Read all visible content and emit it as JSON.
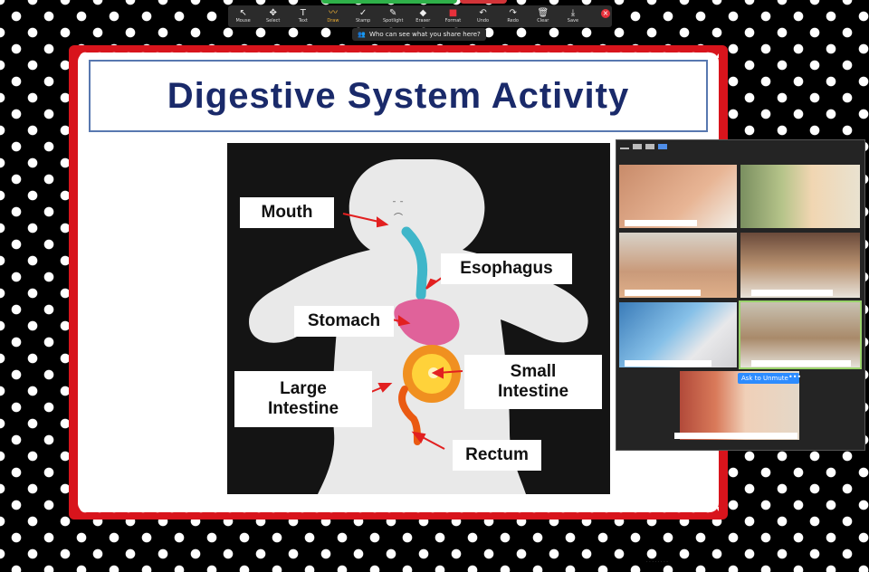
{
  "slide": {
    "title": "Digestive System Activity",
    "labels": {
      "mouth": "Mouth",
      "esophagus": "Esophagus",
      "stomach": "Stomach",
      "large_intestine_line1": "Large",
      "large_intestine_line2": "Intestine",
      "small_intestine_line1": "Small",
      "small_intestine_line2": "Intestine",
      "rectum": "Rectum"
    }
  },
  "toolbar": {
    "items": [
      {
        "label": "Mouse",
        "icon": "mouse-pointer-icon"
      },
      {
        "label": "Select",
        "icon": "select-icon"
      },
      {
        "label": "Text",
        "icon": "text-icon"
      },
      {
        "label": "Draw",
        "icon": "draw-icon"
      },
      {
        "label": "Stamp",
        "icon": "stamp-icon"
      },
      {
        "label": "Spotlight",
        "icon": "spotlight-icon"
      },
      {
        "label": "Eraser",
        "icon": "eraser-icon"
      },
      {
        "label": "Format",
        "icon": "format-icon"
      },
      {
        "label": "Undo",
        "icon": "undo-icon"
      },
      {
        "label": "Redo",
        "icon": "redo-icon"
      },
      {
        "label": "Clear",
        "icon": "trash-icon"
      },
      {
        "label": "Save",
        "icon": "save-icon"
      }
    ],
    "active": "Draw"
  },
  "share_notice": "Who can see what you share here?",
  "gallery": {
    "ask_to_unmute": "Ask to Unmute",
    "more": "•••"
  },
  "colors": {
    "frame_red": "#d8141c",
    "title_blue": "#1a2a6a",
    "zoom_blue": "#2d8cff",
    "active_tool": "#f2b233"
  }
}
